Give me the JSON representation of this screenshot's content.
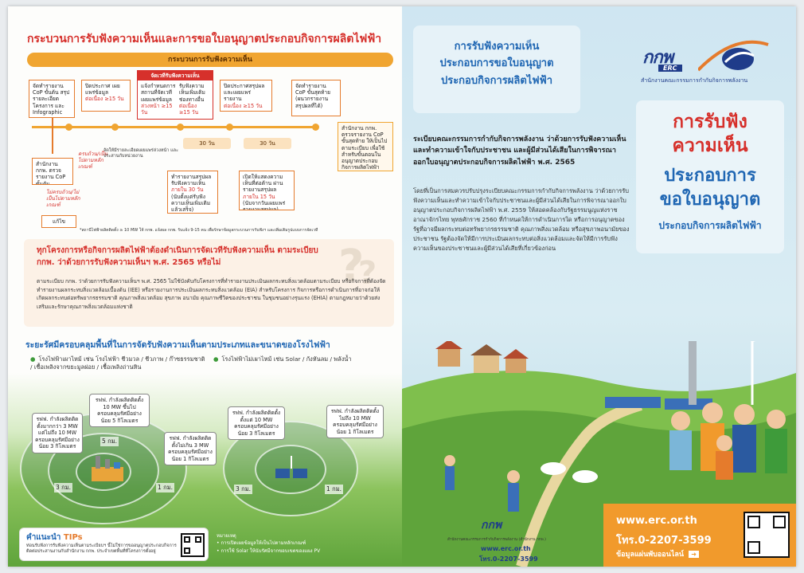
{
  "left": {
    "title": "กระบวนการรับฟังความเห็นและการขอใบอนุญาตประกอบกิจการผลิตไฟฟ้า",
    "flow_bar": "กระบวนการรับฟังความเห็น",
    "boxes": {
      "b1": "จัดทำรายงาน CoP ขั้นต้น สรุปรายละเอียดโครงการ และ Infographic",
      "b2": "ปิดประกาศ เผยแพร่ข้อมูล",
      "b2d": "ต่อเนื่อง ≥15 วัน",
      "b3h": "จัดเวทีรับฟังความเห็น",
      "b3": "แจ้งกำหนดการ สถานที่จัดเวทีเผยแพร่ข้อมูล",
      "b3d": "ล่วงหน้า ≥15 วัน",
      "b4": "รับฟังความเห็นเพิ่มเติม ช่องทางอื่น",
      "b4d": "ต่อเนื่อง ≥15 วัน",
      "b5": "ปิดประกาศสรุปผล และเผยแพร่รายงาน",
      "b5d": "ต่อเนื่อง ≥15 วัน",
      "b6": "จัดทำรายงาน CoP ขั้นสุดท้าย (ผนวกรายงานสรุปผลที่ได้)",
      "b7": "สำนักงาน กกพ. ตรวจรายงาน CoP ขั้นสุดท้าย ให้เป็นไปตามระเบียบ เพื่อใช้สำหรับขั้นตอนในอนุญาตประกอบกิจการผลิตไฟฟ้า",
      "b8": "สำนักงาน กกพ. ตรวจรายงาน CoP ขั้นต้น",
      "b9": "แก้ไข",
      "b10": "ทำรายงานสรุปผลรับฟังความเห็น",
      "b10d": "ภายใน 30 วัน",
      "b10n": "(นับตั้งแต่รับฟังความเห็นเพิ่มเติมแล้วเสร็จ)",
      "b11": "เปิดให้แสดงความเห็นที่ต่อต้าน ผ่านรายงานสรุปผล",
      "b11d": "ภายใน 15 วัน",
      "b11n": "(นับจากวันเผยแพร่รายงานสรุปผล)"
    },
    "mid_note": "จัดให้มีรายละเอียดเผยแพร่ล่วงหน้า และประสานกับหน่วยงาน",
    "red_note1": "ครบถ้วน/เป็นไปตามหลักเกณฑ์",
    "red_note2": "ไม่ครบถ้วน/ไม่เป็นไปตามหลักเกณฑ์",
    "days1": "30 วัน",
    "days2": "30 วัน",
    "footnote": "*สถานีไฟฟ้าผลิตติดตั้ง ≥ 10 MW ให้ กกพ. แจ้งผล กกพ. รับแจ้ง 9-15 คน เพื่อรักษาข้อมูลกระบวนการรับฟังฯ และเพิ่มเติมรูปแบบการจัดเวที",
    "faq_title": "ทุกโครงการหรือกิจการผลิตไฟฟ้าต้องดำเนินการจัดเวทีรับฟังความเห็น ตามระเบียบ กกพ. ว่าด้วยการรับฟังความเห็นฯ พ.ศ. 2565 หรือไม่",
    "faq_body": "ตามระเบียบ กกพ. ว่าด้วยการรับฟังความเห็นฯ พ.ศ. 2565 ไม่ใช้บังคับกับโครงการที่ทำรายงานประเมินผลกระทบสิ่งแวดล้อมตามระเบียบ หรือกิจการที่ต้องจัดทำรายงานผลกระทบสิ่งแวดล้อมเบื้องต้น (IEE) หรือรายงานการประเมินผลกระทบสิ่งแวดล้อม (EIA) สำหรับโครงการ กิจการหรือการดำเนินการที่อาจก่อให้เกิดผลกระทบต่อทรัพยากรธรรมชาติ คุณภาพสิ่งแวดล้อม สุขภาพ อนามัย คุณภาพชีวิตของประชาชน ในชุมชนอย่างรุนแรง (EHIA) ตามกฎหมายว่าด้วยส่งเสริมและรักษาคุณภาพสิ่งแวดล้อมแห่งชาติ",
    "radius_title": "ระยะรัศมีครอบคลุมพื้นที่ในการจัดรับฟังความเห็นตามประเภทและขนาดของโรงไฟฟ้า",
    "bullet1": "โรงไฟฟ้าเผาไหม้ เช่น โรงไฟฟ้า ชีวมวล / ชีวภาพ / ก๊าซธรรมชาติ / เชื้อเพลิงจากขยะมูลฝอย / เชื้อเพลิงถ่านหิน",
    "bullet2": "โรงไฟฟ้าไม่เผาไหม้ เช่น Solar / กังหันลม / พลังน้ำ",
    "callouts": {
      "c1": "รฟฟ. กำลังผลิตติดตั้งมากกว่า 3 MW แต่ไม่ถึง 10 MW ครอบคลุมรัศมีอย่างน้อย 3 กิโลเมตร",
      "c2": "รฟฟ. กำลังผลิตติดตั้ง 10 MW ขึ้นไป ครอบคลุมรัศมีอย่างน้อย 5 กิโลเมตร",
      "c3": "รฟฟ. กำลังผลิตติดตั้งไม่เกิน 3 MW ครอบคลุมรัศมีอย่างน้อย 1 กิโลเมตร",
      "c4": "รฟฟ. กำลังผลิตติดตั้งตั้งแต่ 10 MW ครอบคลุมรัศมีอย่างน้อย 3 กิโลเมตร",
      "c5": "รฟฟ. กำลังผลิตติดตั้งไม่ถึง 10 MW ครอบคลุมรัศมีอย่างน้อย 1 กิโลเมตร"
    },
    "dist": {
      "d5": "5 กม.",
      "d3": "3 กม.",
      "d1": "1 กม.",
      "d3b": "3 กม.",
      "d1b": "1 กม."
    },
    "tips_label": "คำแนะนำ",
    "tips_word": "TIPs",
    "tips_body": "ท่อนรับฟังการรับฟังความเห็นตามระเบียบฯ นี้ไม่ใช่การขออนุญาตประกอบกิจการ ติดต่อประสานงานกับสำนักงาน กกพ. ประจำเขตพื้นที่ที่โครงการตั้งอยู่",
    "remark_title": "หมายเหตุ",
    "remark1": "• การเปิดเผยข้อมูลให้เป็นไปตามหลักเกณฑ์",
    "remark2": "• การใช้ Solar ให้นับรัศมีจากขอบเขตของแผง PV"
  },
  "right": {
    "card_title": "การรับฟังความเห็น ประกอบการขอใบอนุญาต ประกอบกิจการผลิตไฟฟ้า",
    "card_l1": "การรับฟังความเห็น",
    "card_l2": "ประกอบการขอใบอนุญาต",
    "card_l3": "ประกอบกิจการผลิตไฟฟ้า",
    "logo_word": "กกพ",
    "logo_erc": "ERC",
    "logo_org": "สำนักงานคณะกรรมการกำกับกิจการพลังงาน",
    "main1": "การรับฟัง",
    "main2": "ความเห็น",
    "main3": "ประกอบการ",
    "main4": "ขอใบอนุญาต",
    "main5": "ประกอบกิจการผลิตไฟฟ้า",
    "reg_title": "ระเบียบคณะกรรมการกำกับกิจการพลังงาน ว่าด้วยการรับฟังความเห็นและทำความเข้าใจกับประชาชน และผู้มีส่วนได้เสียในการพิจารณาออกใบอนุญาตประกอบกิจการผลิตไฟฟ้า พ.ศ. 2565",
    "reg_body": "โดยที่เป็นการสมควรปรับปรุงระเบียบคณะกรรมการกำกับกิจการพลังงาน ว่าด้วยการรับฟังความเห็นและทำความเข้าใจกับประชาชนและผู้มีส่วนได้เสียในการพิจารณาออกใบอนุญาตประกอบกิจการผลิตไฟฟ้า พ.ศ. 2559 ให้สอดคล้องกับรัฐธรรมนูญแห่งราชอาณาจักรไทย พุทธศักราช 2560 ที่กำหนดให้การดำเนินการใด หรือการอนุญาตของรัฐที่อาจมีผลกระทบต่อทรัพยากรธรรมชาติ คุณภาพสิ่งแวดล้อม หรือสุขภาพอนามัยของประชาชน รัฐต้องจัดให้มีการประเมินผลกระทบต่อสิ่งแวดล้อมและจัดให้มีการรับฟังความเห็นของประชาชนและผู้มีส่วนได้เสียที่เกี่ยวข้องก่อน",
    "website": "www.erc.or.th",
    "phone": "โทร.0-2207-3599",
    "online": "ข้อมูลแผ่นพับออนไลน์",
    "mini_word": "กกพ",
    "mini_org": "สำนักงานคณะกรรมการกำกับกิจการพลังงาน (สำนักงาน กกพ.)",
    "mini_web": "www.erc.or.th",
    "mini_phone": "โทร.0-2207-3599"
  },
  "colors": {
    "red": "#d6302b",
    "blue": "#1f66b3",
    "orange": "#f0a531",
    "green": "#5fa43b"
  },
  "icons": [
    "qr-code-icon",
    "arrow-right-icon",
    "erc-logo-icon",
    "question-mark-icon"
  ]
}
